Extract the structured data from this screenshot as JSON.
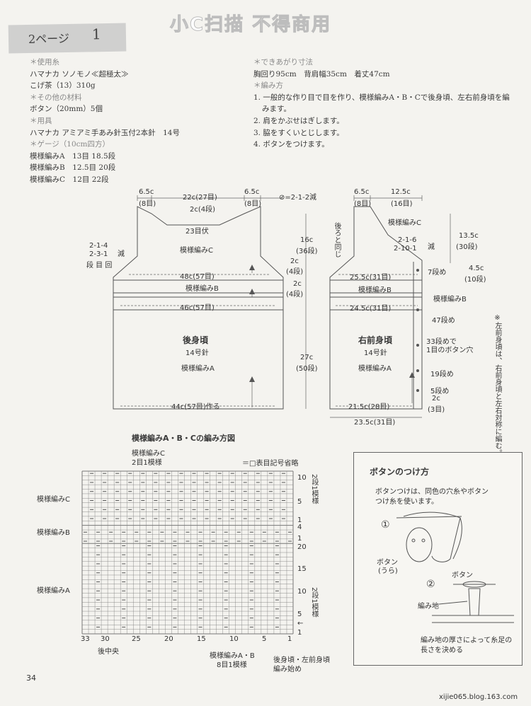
{
  "watermark": "小C扫描 不得商用",
  "page_tab": {
    "label": "2ページ",
    "number": "1"
  },
  "materials": {
    "yarn_h": "＊使用糸",
    "yarn": "ハマナカ ソノモノ≪超極太≫",
    "yarn_color": "こげ茶（13）310g",
    "other_h": "＊その他の材料",
    "other": "ボタン（20mm）5個",
    "tools_h": "＊用具",
    "tools": "ハマナカ アミアミ手あみ針玉付2本針　14号",
    "gauge_h": "＊ゲージ（10cm四方）",
    "gauge": [
      "模様編みA　13目 18.5段",
      "模様編みB　12.5目 20段",
      "模様編みC　12目 22段"
    ]
  },
  "finished": {
    "size_h": "＊できあがり寸法",
    "size": "胸回り95cm　背肩幅35cm　着丈47cm",
    "method_h": "＊編み方",
    "steps": [
      "1. 一般的な作り目で目を作り、模様編みA・B・Cで後身頃、左右前身頃を編",
      "みます。",
      "2. 肩をかぶせはぎします。",
      "3. 脇をすくいとじします。",
      "4. ボタンをつけます。"
    ]
  },
  "back": {
    "dim_top": [
      "6.5c",
      "(8目)",
      "22c(27目)",
      "6.5c",
      "(8目)"
    ],
    "neck": "2c(4段)",
    "neck_bind": "23目伏",
    "decrease_note": "⊘=2-1-2減",
    "pattern_c": "模様編みC",
    "arm_dec": [
      "2-1-4",
      "2-3-1",
      "段 目 回"
    ],
    "arm_dec_label": "減",
    "w48": "48c(57目)",
    "pattern_b": "模様編みB",
    "w46": "46c(57目)",
    "title": "後身頃",
    "needle": "14号針",
    "pattern_a": "模様編みA",
    "cast_on": "44c(57目)作る",
    "right_dims": [
      "16c",
      "(36段)",
      "2c",
      "(4段)",
      "2c",
      "(4段)",
      "27c",
      "(50段)"
    ]
  },
  "front": {
    "dim_top": [
      "6.5c",
      "(8目)",
      "12.5c",
      "(16目)"
    ],
    "same_as_back": "後ろと同じ",
    "pattern_c": "模様編みC",
    "neck_dec": [
      "2-1-6",
      "2-10-1"
    ],
    "neck_dec_label": "減",
    "right_dims": [
      "13.5c",
      "(30段)",
      "4.5c",
      "(10段)"
    ],
    "w25": "25.5c(31目)",
    "pattern_b": "模様編みB",
    "w24": "24.5c(31目)",
    "title": "右前身頃",
    "needle": "14号針",
    "pattern_a": "模様編みA",
    "w21": "21.5c(28目)",
    "w23": "23.5c(31目)",
    "rows": [
      "7段め",
      "模様編みB",
      "47段め",
      "33段めで",
      "1目のボタン穴",
      "19段め",
      "5段め",
      "2c",
      "(3目)"
    ],
    "side_note": "※左前身頃は、右前身頃と左右対称に編む。"
  },
  "chart": {
    "title": "模様編みA・B・Cの編み方図",
    "c_repeat": [
      "模様編みC",
      "2目1模様"
    ],
    "legend": "＝□表目記号省略",
    "left_labels": [
      "模様編みC",
      "模様編みB",
      "模様編みA"
    ],
    "right_nums": [
      "10",
      "5",
      "1",
      "4",
      "1",
      "20",
      "15",
      "10",
      "5",
      "1"
    ],
    "right_repeat": [
      "2段1模様",
      "2段1模様"
    ],
    "bottom_nums": [
      "33",
      "30",
      "25",
      "20",
      "15",
      "10",
      "5",
      "1"
    ],
    "center_back": "後中央",
    "ab_repeat": [
      "模様編みA・B",
      "8目1模様"
    ],
    "start": [
      "後身頃・左前身頃",
      "編み始め"
    ],
    "arrow": "←"
  },
  "buttons": {
    "title": "ボタンのつけ方",
    "intro": [
      "ボタンつけは、同色の穴糸やボタン",
      "つけ糸を使います。"
    ],
    "step1": "①",
    "step1_label": [
      "ボタン",
      "(うら)"
    ],
    "step2": "②",
    "step2_label": "ボタン",
    "fabric": "編み地",
    "note": [
      "編み地の厚さによって糸足の",
      "長さを決める"
    ]
  },
  "page_number": "34",
  "footer_site": "xijie065.blog.163.com"
}
